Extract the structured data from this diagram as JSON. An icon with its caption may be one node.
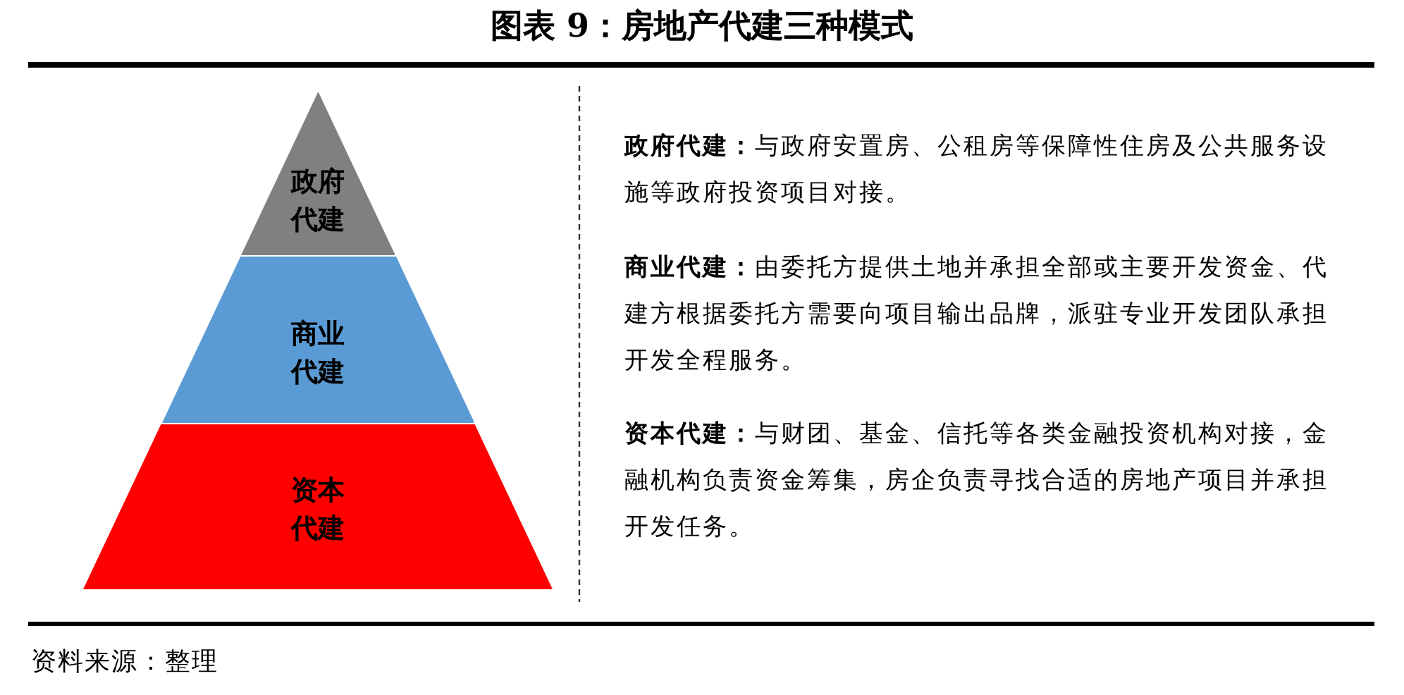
{
  "diagram": {
    "title": "图表 9：房地产代建三种模式",
    "nodes": [
      {
        "text": [
          "政府代建"
        ]
      },
      {
        "text": [
          "商业代建"
        ]
      },
      {
        "text": [
          "资本代建"
        ]
      }
    ],
    "labels": [
      "**政府代建：**与政府安置房、公租房等保障性住房及公共服务设施等政府投资项目对接。",
      "**商业代建：**由委托方提供土地并承担全部或主要开发资金、代建方根据委托方需要向项目输出品牌，派驻专业开发团队承担开发全程服务。",
      "**资本代建：**与财团、基金、信托等各类金融投资机构对接，金融机构负责资金筹集，房企负责寻找合适的房地产项目并承担开发任务。",
      "资料来源：整理"
    ]
  }
}
